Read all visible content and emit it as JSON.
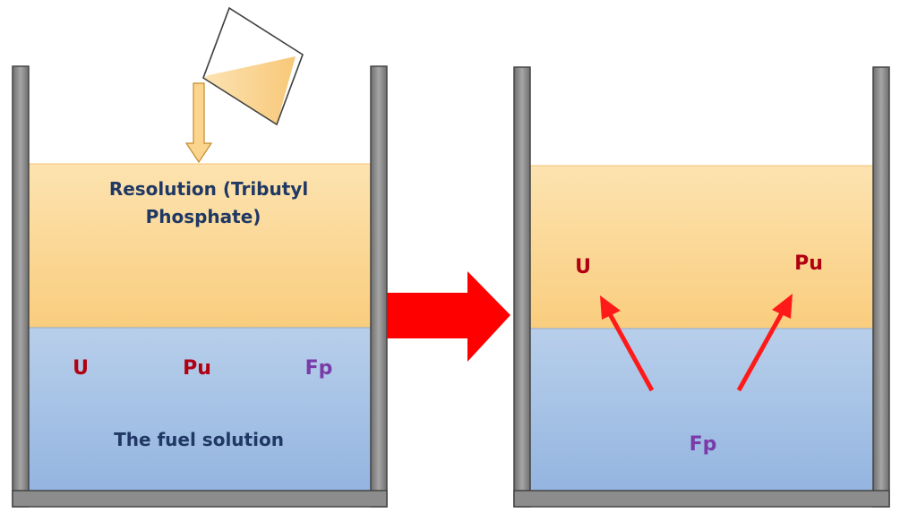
{
  "left_beaker": {
    "organic_layer_label": [
      "Resolution (Tributyl",
      "Phosphate)"
    ],
    "aqueous_layer_label": "The fuel solution",
    "species": [
      {
        "symbol": "U",
        "color": "#b00012"
      },
      {
        "symbol": "Pu",
        "color": "#b00012"
      },
      {
        "symbol": "Fp",
        "color": "#7a3ba8"
      }
    ]
  },
  "right_beaker": {
    "organic_species": [
      {
        "symbol": "U",
        "color": "#b00012"
      },
      {
        "symbol": "Pu",
        "color": "#b00012"
      }
    ],
    "aqueous_species": [
      {
        "symbol": "Fp",
        "color": "#7a3ba8"
      }
    ]
  },
  "colors": {
    "organic_layer": "#fbd58e",
    "aqueous_layer": "#a3bfe4",
    "beaker_wall": "#8c8c8c",
    "label_text": "#1f3864",
    "transition_arrow": "#ff0000",
    "migration_arrow": "#ff1a1a",
    "pour_arrow": "#fbd58e"
  }
}
